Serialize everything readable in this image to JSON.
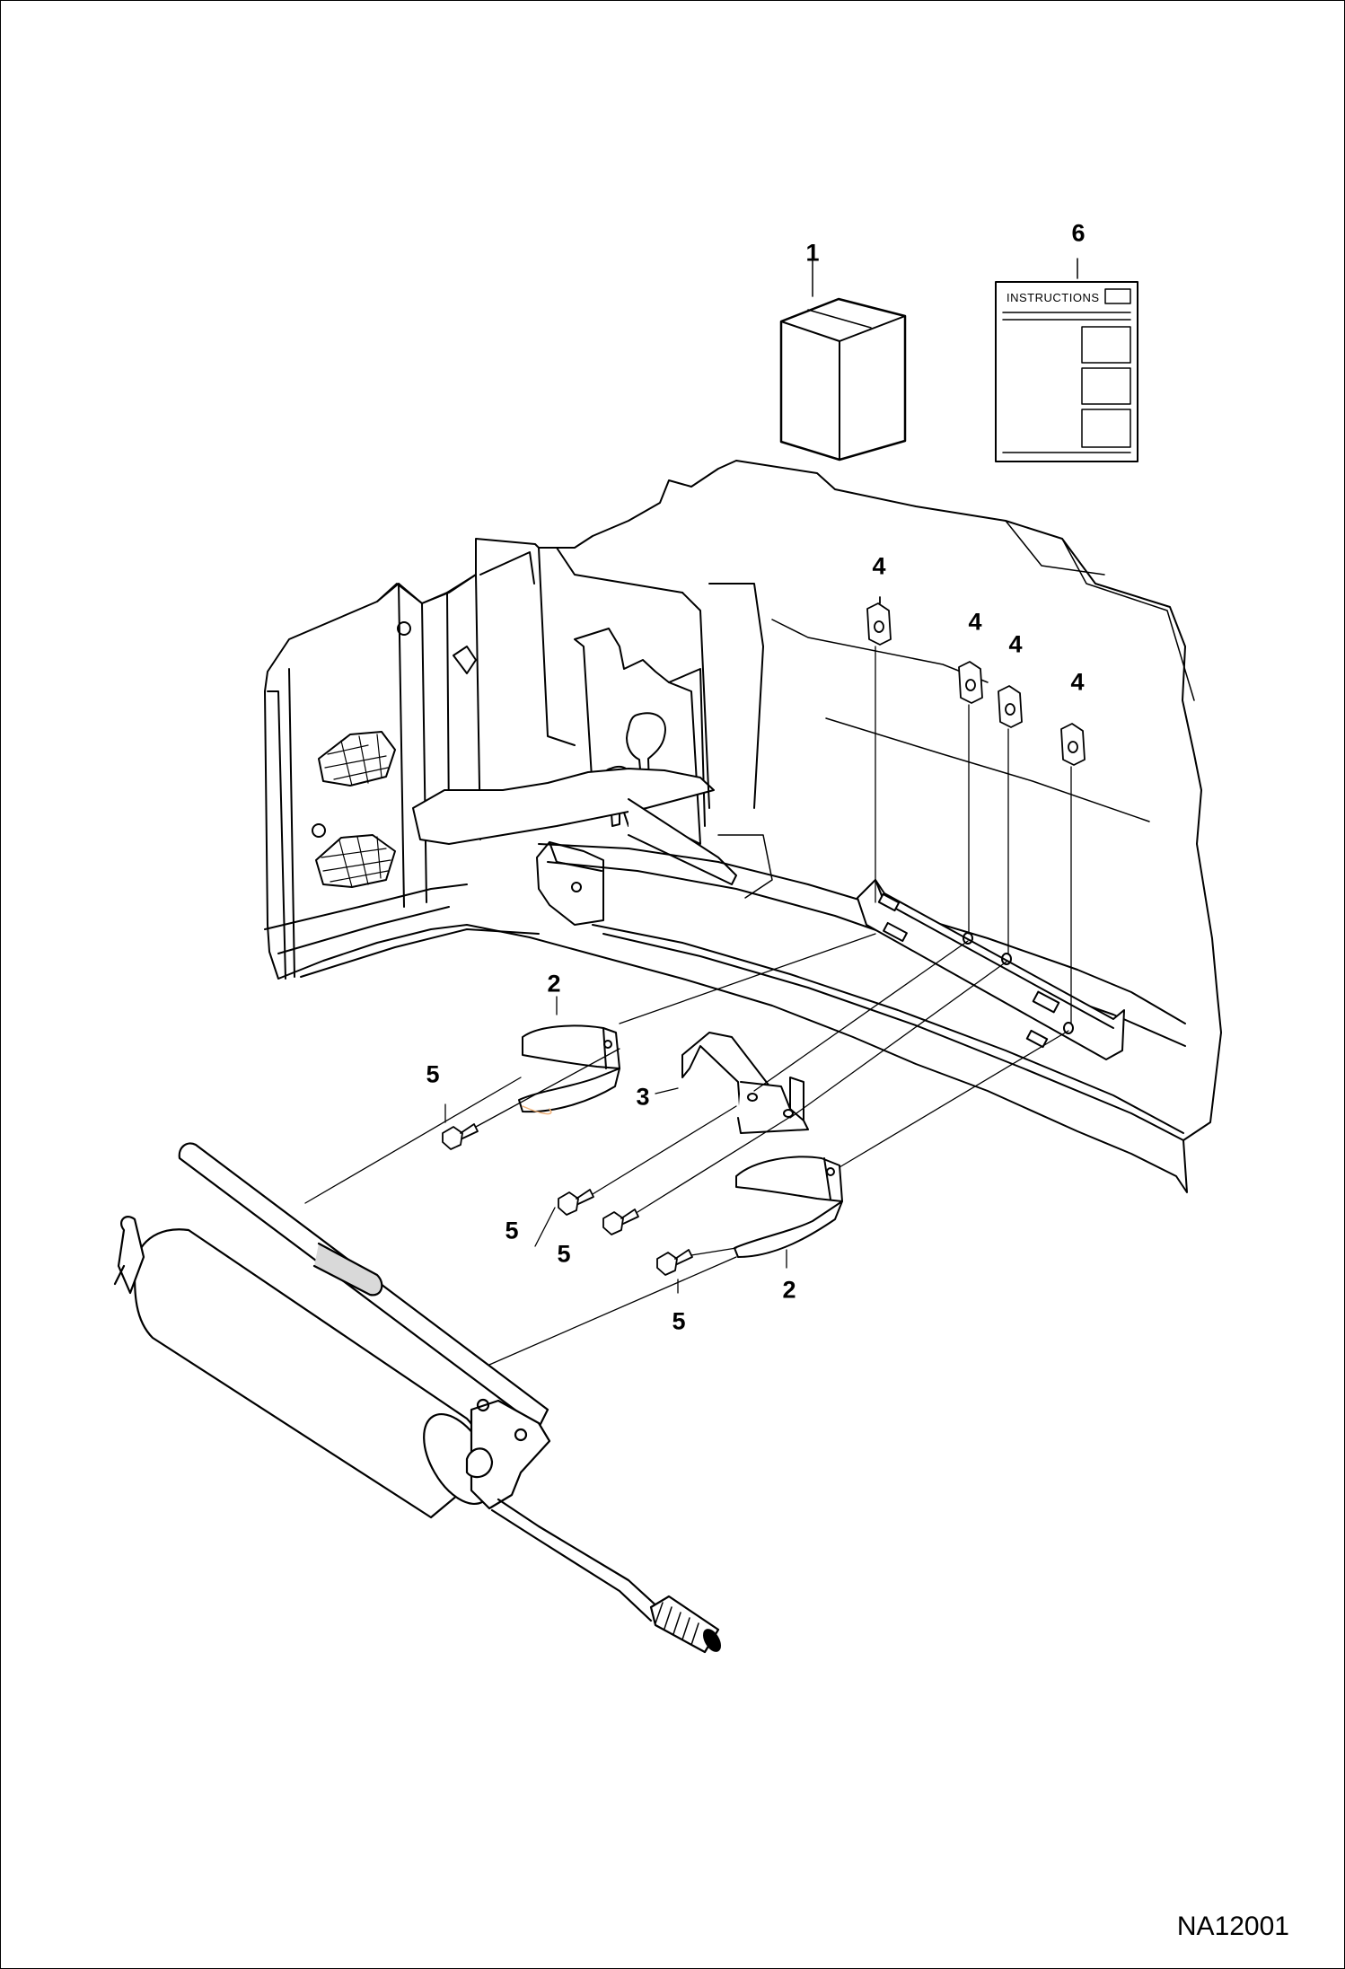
{
  "figure_id": "NA12001",
  "instruction_sheet_label": "INSTRUCTIONS",
  "callouts": {
    "c1": "1",
    "c2": "2",
    "c3": "3",
    "c4": "4",
    "c5": "5",
    "c6": "6"
  },
  "colors": {
    "line": "#000000",
    "background": "#ffffff",
    "shading": "#d9d9d9"
  }
}
